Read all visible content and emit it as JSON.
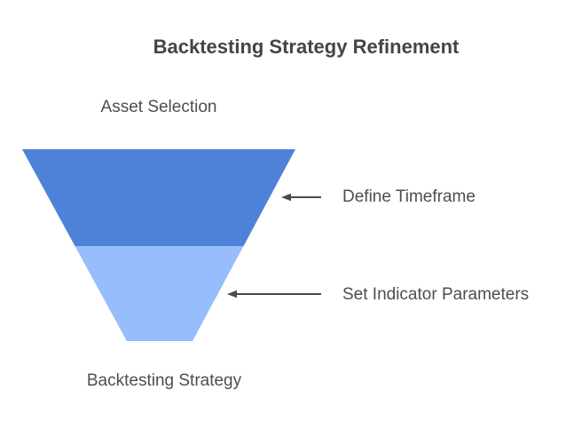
{
  "title": "Backtesting Strategy Refinement",
  "funnel": {
    "top_label": "Asset Selection",
    "bottom_label": "Backtesting Strategy",
    "stages": [
      {
        "name": "Define Timeframe"
      },
      {
        "name": "Set Indicator Parameters"
      }
    ]
  },
  "colors": {
    "segment_top": "#4e81d8",
    "segment_bottom": "#97bdfc",
    "arrow": "#4a4a4a",
    "title_text": "#454545",
    "label_text": "#4e4e4e",
    "background": "#ffffff"
  }
}
